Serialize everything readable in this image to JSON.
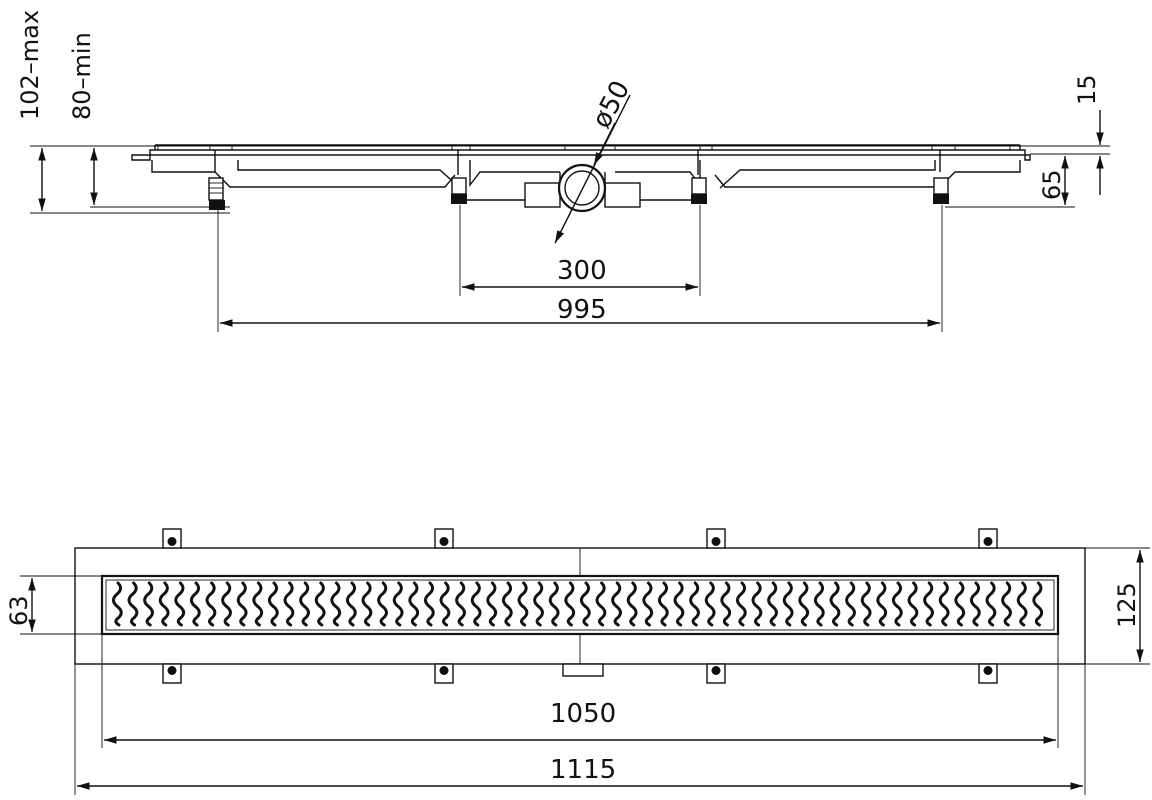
{
  "dimensions": {
    "max_height": "102–max",
    "min_height": "80–min",
    "pipe_diameter": "ø50",
    "top_offset": "15",
    "body_height": "65",
    "foot_spacing_inner": "300",
    "foot_spacing_outer": "995",
    "grate_width": "63",
    "frame_width": "125",
    "grate_length": "1050",
    "frame_length": "1115"
  }
}
